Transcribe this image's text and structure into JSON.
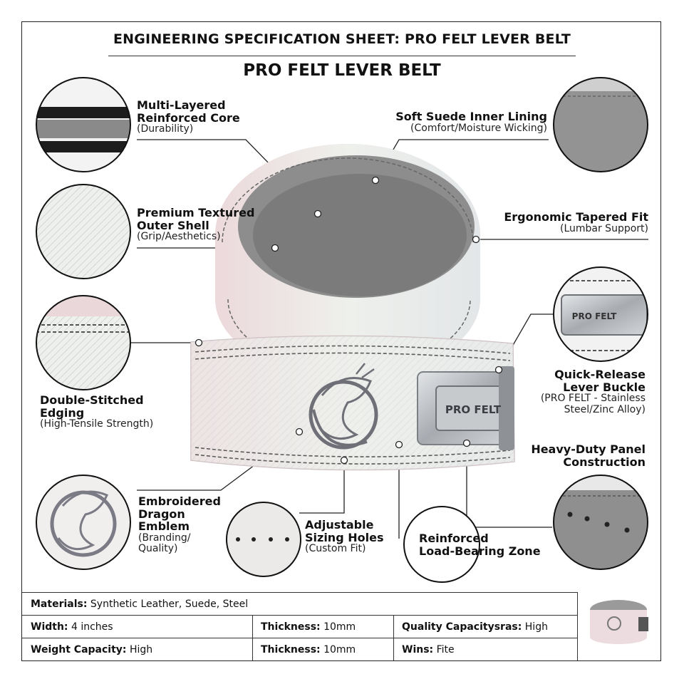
{
  "header": {
    "title": "ENGINEERING SPECIFICATION SHEET: PRO FELT LEVER BELT",
    "subtitle": "PRO FELT LEVER BELT"
  },
  "callouts": {
    "core": {
      "title": "Multi-Layered\nReinforced Core",
      "sub": "(Durability)"
    },
    "shell": {
      "title": "Premium Textured\nOuter Shell",
      "sub": "(Grip/Aesthetics)"
    },
    "stitch": {
      "title": "Double-Stitched\nEdging",
      "sub": "(High-Tensile Strength)"
    },
    "dragon": {
      "title": "Embroidered\nDragon\nEmblem",
      "sub": "(Branding/\nQuality)"
    },
    "holes": {
      "title": "Adjustable\nSizing Holes",
      "sub": "(Custom Fit)"
    },
    "zone": {
      "title": "Reinforced\nLoad-Bearing Zone",
      "sub": ""
    },
    "suede": {
      "title": "Soft Suede Inner Lining",
      "sub": "(Comfort/Moisture Wicking)"
    },
    "taper": {
      "title": "Ergonomic Tapered Fit",
      "sub": "(Lumbar Support)"
    },
    "buckle": {
      "title": "Quick-Release\nLever Buckle",
      "sub": "(PRO FELT - Stainless\nSteel/Zinc Alloy)"
    },
    "panel": {
      "title": "Heavy-Duty Panel\nConstruction",
      "sub": ""
    }
  },
  "belt": {
    "buckle_text": "PRO FELT",
    "inset_buckle_text": "PRO FELT"
  },
  "specs": {
    "materials": {
      "label": "Materials:",
      "value": " Synthetic Leather, Suede, Steel"
    },
    "width": {
      "label": "Width:",
      "value": " 4 inches"
    },
    "thickness1": {
      "label": "Thickness:",
      "value": " 10mm"
    },
    "quality": {
      "label": "Quality Capacitysras:",
      "value": " High"
    },
    "weight": {
      "label": "Weight Capacity:",
      "value": " High"
    },
    "thickness2": {
      "label": "Thickness:",
      "value": " 10mm"
    },
    "wins": {
      "label": "Wins:",
      "value": " Fite"
    }
  },
  "colors": {
    "belt_body": "#ece9e6",
    "belt_pink": "#e8d5d8",
    "suede": "#8f8f8f",
    "stitch": "#555555",
    "metal": "#b9bcc0"
  }
}
